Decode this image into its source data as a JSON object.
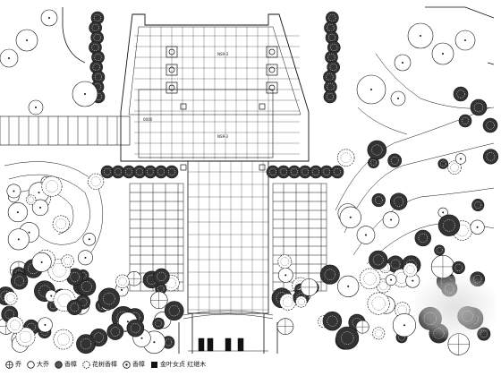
{
  "diagram": {
    "type": "landscape-site-plan",
    "colors": {
      "line": "#111111",
      "paper": "#ffffff"
    },
    "labels": {
      "plaza_upper_tag": "NS9-3",
      "plaza_lower_tag": "NS9-3",
      "walkway_tag": "0000"
    }
  },
  "legend": [
    {
      "symbol": "cross-circle-icon",
      "text": "乔"
    },
    {
      "symbol": "open-circle-icon",
      "text": "大乔"
    },
    {
      "symbol": "dense-circle-icon",
      "text": "香樟"
    },
    {
      "symbol": "scribble-circle-icon",
      "text": "花树香樟"
    },
    {
      "symbol": "dot-circle-icon",
      "text": "香樟"
    },
    {
      "symbol": "solid-square-icon",
      "text": "金叶女贞 红继木"
    }
  ]
}
